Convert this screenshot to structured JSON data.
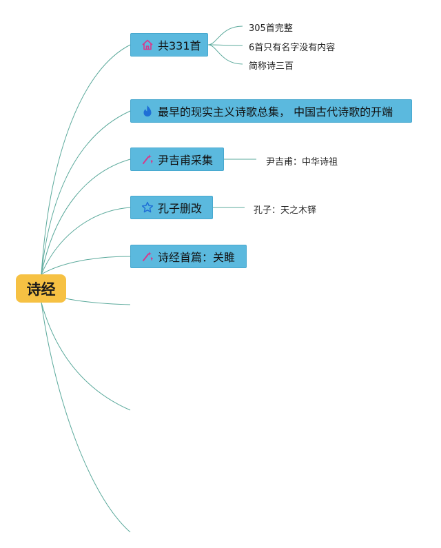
{
  "root": {
    "label": "诗经"
  },
  "topics": [
    {
      "label": "共331首",
      "icon": "home-icon",
      "children": [
        "305首完整",
        "6首只有名字没有内容",
        "简称诗三百"
      ]
    },
    {
      "label": "最早的现实主义诗歌总集， 中国古代诗歌的开端",
      "icon": "flame-icon",
      "children": []
    },
    {
      "label": "尹吉甫采集",
      "icon": "sparkle-icon",
      "children": [
        "尹吉甫：中华诗祖"
      ]
    },
    {
      "label": "孔子删改",
      "icon": "star-icon",
      "children": [
        "孔子：天之木铎"
      ]
    },
    {
      "label": "诗经首篇：关雎",
      "icon": "sparkle-icon",
      "children": []
    }
  ],
  "colors": {
    "root": "#f6c143",
    "topic": "#5bb9de",
    "link": "#5aa99b"
  }
}
